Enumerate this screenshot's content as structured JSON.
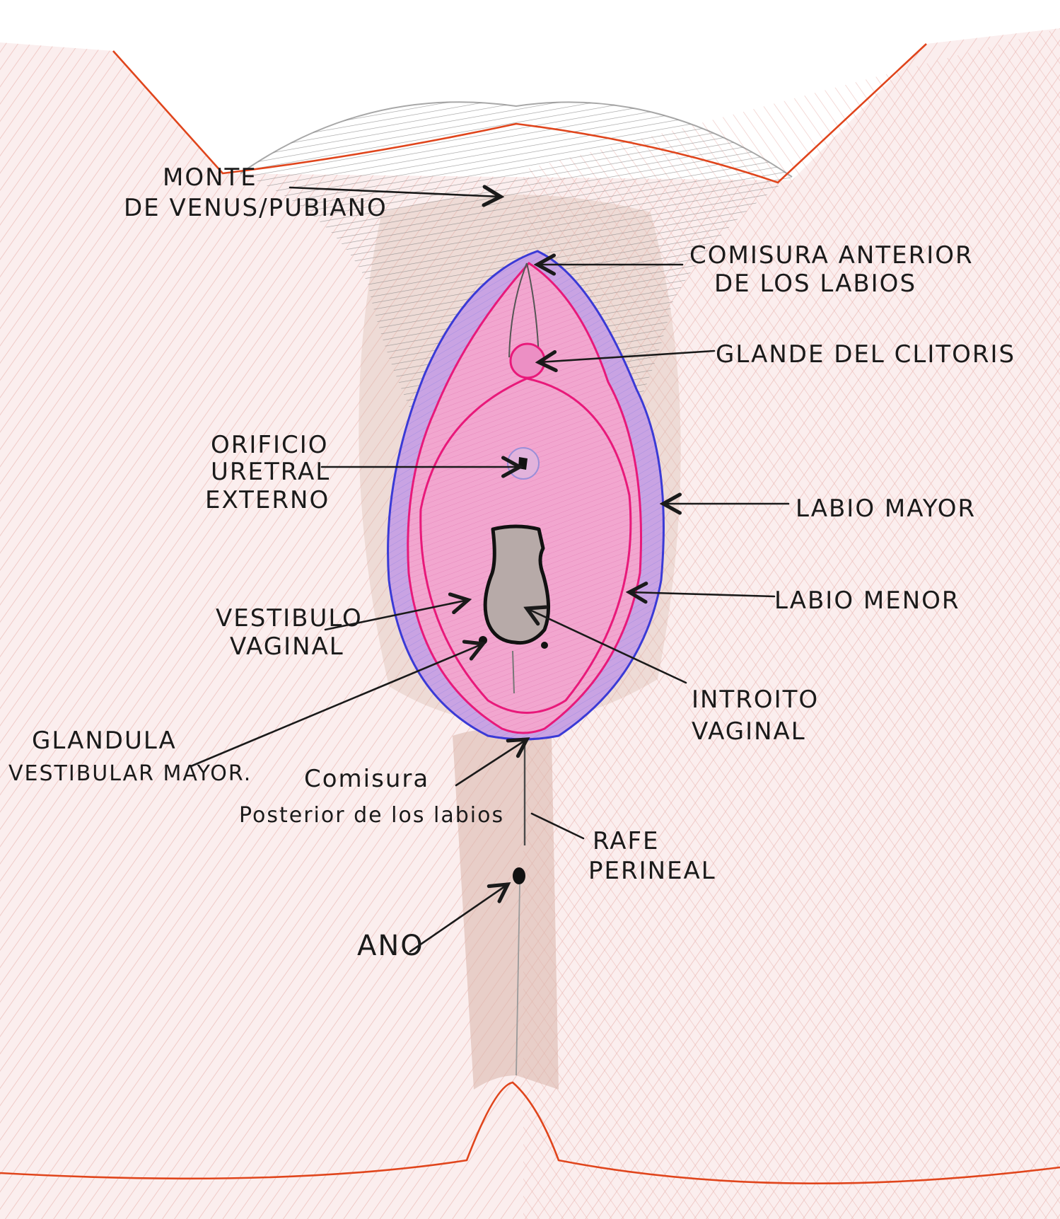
{
  "labels": {
    "monte": [
      "MONTE",
      "DE VENUS/PUBIANO"
    ],
    "comisura_anterior": [
      "COMISURA ANTERIOR",
      "DE LOS LABIOS"
    ],
    "glande": [
      "GLANDE DEL CLITORIS"
    ],
    "orificio": [
      "ORIFICIO",
      "URETRAL",
      "EXTERNO"
    ],
    "labio_mayor": [
      "LABIO MAYOR"
    ],
    "labio_menor": [
      "LABIO MENOR"
    ],
    "vestibulo": [
      "VESTIBULO",
      "VAGINAL"
    ],
    "introito": [
      "INTROITO",
      "VAGINAL"
    ],
    "glandula": [
      "GLANDULA",
      "VESTIBULAR MAYOR."
    ],
    "comisura_posterior": [
      "Comisura",
      "Posterior de los labios"
    ],
    "rafe": [
      "RAFE",
      "PERINEAL"
    ],
    "ano": [
      "ANO"
    ]
  },
  "colors": {
    "skin": "#fbeeee",
    "skin_hatch": "#e8a9a4",
    "outline_red": "#e0451c",
    "hair": "#7d7d7d",
    "labia_major": "#c9a3e3",
    "labia_major_outline": "#3a3ad6",
    "labia_minor": "#f2a6cf",
    "labia_minor_outline": "#e8197a",
    "introitus": "#b7aaa8",
    "ink": "#1a1a1a",
    "tan": "#c49a86"
  }
}
